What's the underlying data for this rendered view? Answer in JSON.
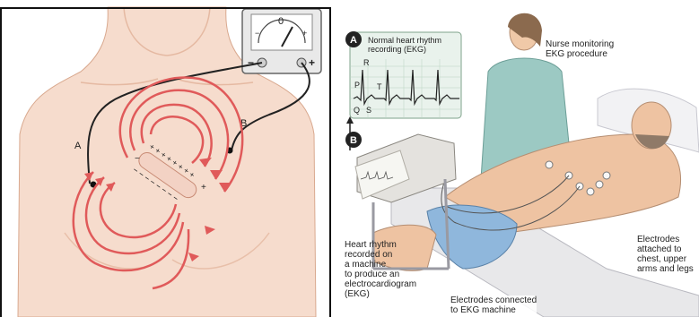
{
  "left_diagram": {
    "meter_zero": "0",
    "meter_minus": "−",
    "meter_plus": "+",
    "lead_a": "A",
    "lead_b": "B",
    "charge_plus": "+",
    "charge_minus": "−"
  },
  "right_illustration": {
    "step_a_badge": "A",
    "step_b_badge": "B",
    "recording_title": "Normal heart rhythm\nrecording (EKG)",
    "wave_r": "R",
    "wave_p": "P",
    "wave_t": "T",
    "wave_q": "Q",
    "wave_s": "S",
    "nurse_label": "Nurse monitoring\nEKG procedure",
    "heart_rhythm_label": "Heart rhythm\nrecorded on\na machine\nto produce an\nelectrocardiogram\n(EKG)",
    "electrodes_attached_label": "Electrodes\nattached to\nchest, upper\narms and legs",
    "electrodes_connected_label": "Electrodes connected\nto EKG machine"
  },
  "colors": {
    "skin": "#f6dccd",
    "field_lines": "#e05a5a",
    "frame": "#111111",
    "gown": "#9cc9c3",
    "grid_box": "#e9f2ec"
  }
}
